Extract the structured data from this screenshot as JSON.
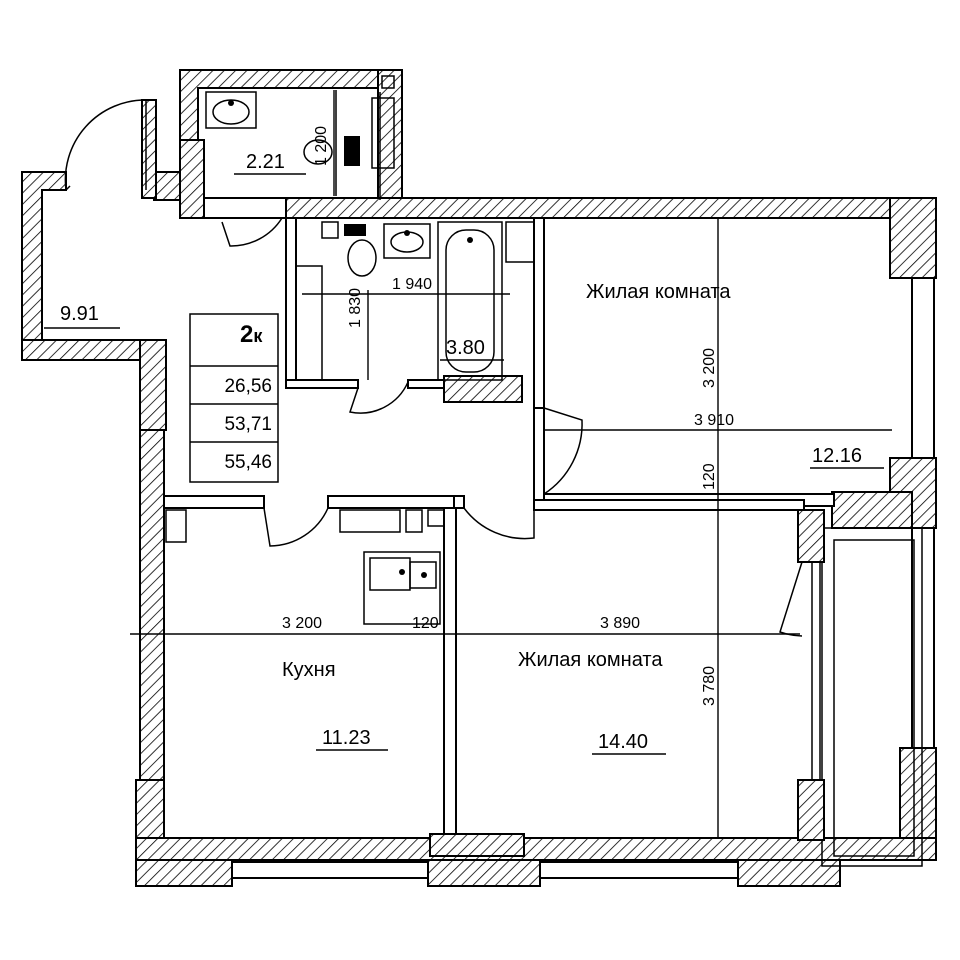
{
  "flat_type": {
    "rooms_code": "2",
    "suffix": "к",
    "areas": [
      "26,56",
      "53,71",
      "55,46"
    ]
  },
  "rooms": {
    "living_room_1": {
      "name": "Жилая комната",
      "area": "12.16"
    },
    "living_room_2": {
      "name": "Жилая комната",
      "area": "14.40"
    },
    "kitchen": {
      "name": "Кухня",
      "area": "11.23"
    },
    "hall": {
      "area": "9.91"
    },
    "wc": {
      "area": "2.21"
    },
    "bathroom": {
      "area": "3.80"
    }
  },
  "dimensions": {
    "bath_width": "1 940",
    "bath_height": "1 830",
    "wc_height": "1 200",
    "living1_height": "3 200",
    "living1_width": "3 910",
    "partition": "120",
    "kitchen_width": "3 200",
    "kitchen_partition": "120",
    "living2_width": "3 890",
    "living2_height": "3 780"
  }
}
